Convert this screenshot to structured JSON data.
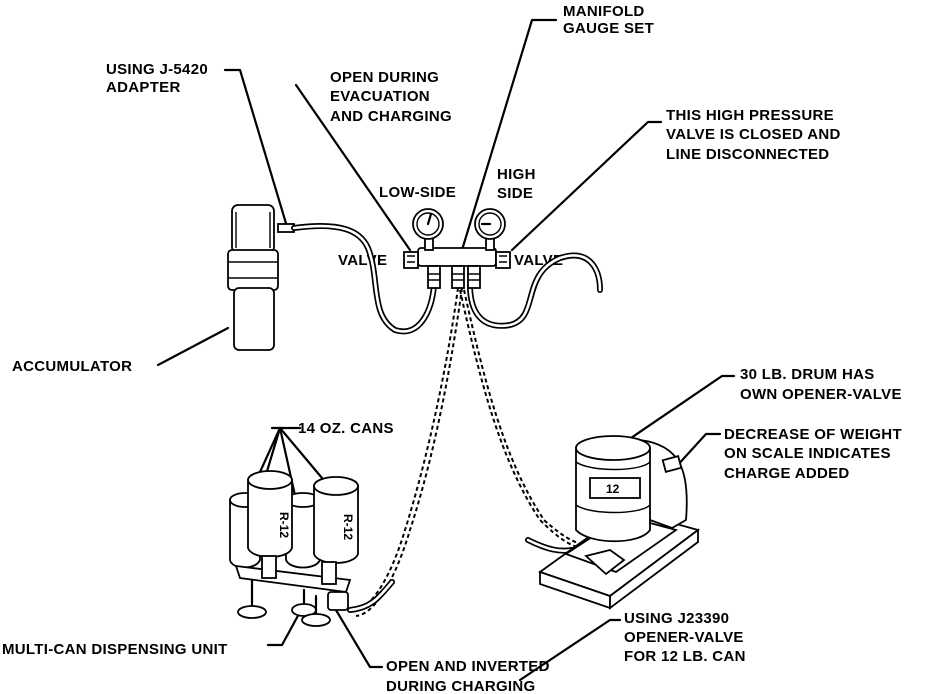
{
  "labels": {
    "manifold": [
      "MANIFOLD",
      "GAUGE SET"
    ],
    "adapter": [
      "USING J-5420",
      "ADAPTER"
    ],
    "open_evac": [
      "OPEN DURING",
      "EVACUATION",
      "AND CHARGING"
    ],
    "high_pressure": [
      "THIS HIGH PRESSURE",
      "VALVE IS CLOSED AND",
      "LINE DISCONNECTED"
    ],
    "high_side": [
      "HIGH",
      "SIDE"
    ],
    "low_side": "LOW-SIDE",
    "valve_left": "VALVE",
    "valve_right": "VALVE",
    "accumulator": "ACCUMULATOR",
    "drum": [
      "30 LB. DRUM HAS",
      "OWN OPENER-VALVE"
    ],
    "scale": [
      "DECREASE OF WEIGHT",
      "ON SCALE INDICATES",
      "CHARGE ADDED"
    ],
    "cans": "14 OZ. CANS",
    "opener": [
      "USING J23390",
      "OPENER-VALVE",
      "FOR 12 LB. CAN"
    ],
    "multican": "MULTI-CAN DISPENSING UNIT",
    "inverted": [
      "OPEN AND INVERTED",
      "DURING CHARGING"
    ]
  },
  "can_markings": [
    "R-12",
    "R-12",
    "12"
  ]
}
